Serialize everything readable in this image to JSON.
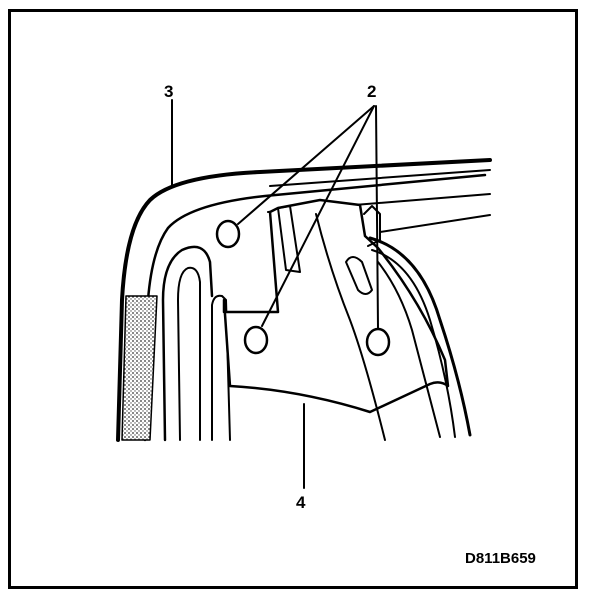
{
  "diagram": {
    "callouts": {
      "seal": "3",
      "fasteners": "2",
      "bracket": "4"
    },
    "reference_code": "D811B659",
    "colors": {
      "ink": "#000000",
      "paper": "#ffffff",
      "stipple": "#555555"
    }
  }
}
